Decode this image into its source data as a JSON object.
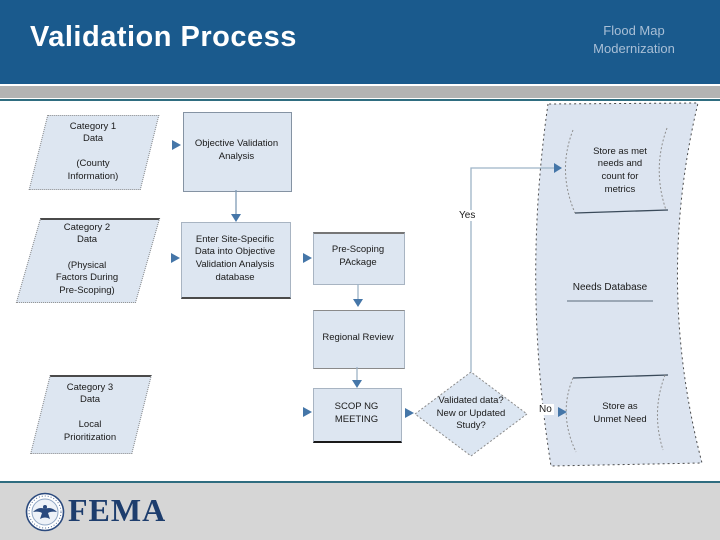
{
  "slide": {
    "title": "Validation Process",
    "subtitle": "Flood Map\nModernization"
  },
  "colors": {
    "header_bg": "#1a5a8d",
    "subtitle_text": "#a9bfd6",
    "divider_gray": "#b3b3b3",
    "divider_teal": "#2f6d80",
    "shape_fill": "#dde6f1",
    "band_fill": "#dce4f0",
    "arrow_blue": "#4576a8",
    "connector_line": "#9db3c7",
    "footer_bg": "#d6d6d6",
    "fema_navy": "#1d3d6d"
  },
  "flowchart": {
    "category1": {
      "label": "Category 1\nData\n\n(County\nInformation)"
    },
    "objective_validation": {
      "label": "Objective Validation\nAnalysis"
    },
    "category2": {
      "label": "Category 2\nData\n\n(Physical\nFactors During\nPre-Scoping)"
    },
    "enter_site_specific": {
      "label": "Enter Site-Specific\nData into Objective\nValidation Analysis\ndatabase"
    },
    "pre_scoping": {
      "label": "Pre-Scoping\nPAckage"
    },
    "regional_review": {
      "label": "Regional Review"
    },
    "category3": {
      "label": "Category 3\nData\n\nLocal\nPrioritization"
    },
    "scoping_meeting": {
      "label": "SCOP NG\nMEETING"
    },
    "decision": {
      "label": "Validated data?\nNew or Updated\nStudy?"
    },
    "store_met_needs": {
      "label": "Store as met\nneeds and\ncount for\nmetrics"
    },
    "needs_database": {
      "label": "Needs Database"
    },
    "store_unmet_need": {
      "label": "Store as\nUnmet Need"
    },
    "branch_yes": "Yes",
    "branch_no": "No"
  },
  "footer": {
    "agency": "FEMA"
  }
}
